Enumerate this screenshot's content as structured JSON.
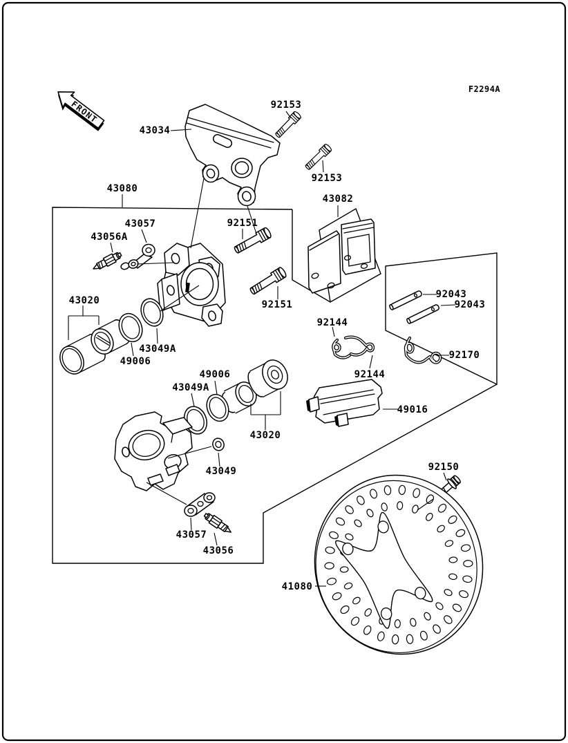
{
  "doc": {
    "diagram_code": "F2294A",
    "front_label": "FRONT"
  },
  "labels": [
    {
      "text": "92153"
    },
    {
      "text": "43034"
    },
    {
      "text": "92153"
    },
    {
      "text": "43080"
    },
    {
      "text": "43082"
    },
    {
      "text": "43057"
    },
    {
      "text": "92151"
    },
    {
      "text": "43056A"
    },
    {
      "text": "92043"
    },
    {
      "text": "92043"
    },
    {
      "text": "43020"
    },
    {
      "text": "92151"
    },
    {
      "text": "92144"
    },
    {
      "text": "43049A"
    },
    {
      "text": "92170"
    },
    {
      "text": "49006"
    },
    {
      "text": "92144"
    },
    {
      "text": "49006"
    },
    {
      "text": "43049A"
    },
    {
      "text": "49016"
    },
    {
      "text": "43020"
    },
    {
      "text": "92150"
    },
    {
      "text": "43049"
    },
    {
      "text": "43057"
    },
    {
      "text": "43056"
    },
    {
      "text": "41080"
    }
  ]
}
